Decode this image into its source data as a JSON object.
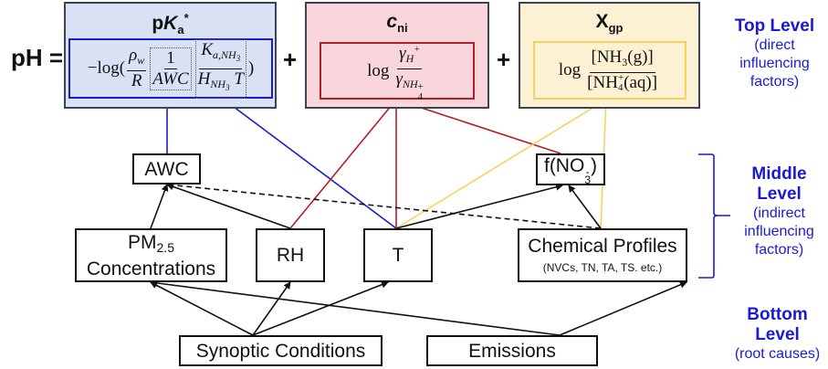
{
  "equation": {
    "lhs": "pH =",
    "plus_1": "+",
    "plus_2": "+"
  },
  "top_terms": [
    {
      "id": "pka",
      "title_prefix": "p",
      "title_italic": "K",
      "title_sub": "a",
      "title_sup": "*",
      "formula": {
        "prefix": "−log(",
        "frac1_num": "ρ",
        "frac1_num_sub": "w",
        "frac1_den": "R",
        "frac2_num": "1",
        "frac2_den": "AWC",
        "frac3_num": "K",
        "frac3_num_sub": "a,NH",
        "frac3_num_subsub": "3",
        "frac3_den": "H",
        "frac3_den_sub": "NH",
        "frac3_den_subsub": "3",
        "frac3_den_tail": " T",
        "suffix": ")"
      },
      "color": "#1b1ec8",
      "fill": "#d9e2f5"
    },
    {
      "id": "cni",
      "title_italic": "c",
      "title_sub": "ni",
      "formula": {
        "prefix": "log",
        "num": "γ",
        "num_sub": "H",
        "num_sup": "+",
        "den": "γ",
        "den_sub": "NH",
        "den_sub_sup": "+",
        "den_sub_sub": "4"
      },
      "color": "#b81c25",
      "fill": "#f9d5dc"
    },
    {
      "id": "xgp",
      "title": "X",
      "title_sub": "gp",
      "formula": {
        "prefix": "log",
        "num": "[NH",
        "num_sub": "3",
        "num_tail": "(g)]",
        "den": "[NH",
        "den_sup": "+",
        "den_sub": "4",
        "den_tail": "(aq)]"
      },
      "color": "#f8d25f",
      "fill": "#fdf1d4"
    }
  ],
  "nodes": {
    "awc": {
      "label": "AWC"
    },
    "fno3": {
      "label": "f(NO",
      "sub": "3",
      "sup": "-",
      "tail": ")"
    },
    "pm25": {
      "label": "PM",
      "sub": "2.5",
      "line2": "Concentrations"
    },
    "rh": {
      "label": "RH"
    },
    "t": {
      "label": "T"
    },
    "chem": {
      "label": "Chemical Profiles",
      "note": "(NVCs, TN, TA, TS. etc.)"
    },
    "synoptic": {
      "label": "Synoptic Conditions"
    },
    "emissions": {
      "label": "Emissions"
    }
  },
  "levels": [
    {
      "title": "Top Level",
      "desc": [
        "(direct",
        "influencing",
        "factors)"
      ]
    },
    {
      "title_lines": [
        "Middle",
        "Level"
      ],
      "desc": [
        "(indirect",
        "influencing",
        "factors)"
      ]
    },
    {
      "title_lines": [
        "Bottom",
        "Level"
      ],
      "desc": [
        "(root causes)"
      ]
    }
  ],
  "edges": [
    {
      "from": "awc",
      "to": "pka",
      "color": "#1b1ec8",
      "style": "solid"
    },
    {
      "from": "t",
      "to": "pka",
      "color": "#1b1ec8",
      "style": "solid"
    },
    {
      "from": "rh",
      "to": "cni",
      "color": "#b81c25",
      "style": "solid"
    },
    {
      "from": "t",
      "to": "cni",
      "color": "#b81c25",
      "style": "solid"
    },
    {
      "from": "fno3",
      "to": "cni",
      "color": "#b81c25",
      "style": "solid"
    },
    {
      "from": "t",
      "to": "xgp",
      "color": "#f8d25f",
      "style": "solid"
    },
    {
      "from": "chem",
      "to": "xgp",
      "color": "#f8d25f",
      "style": "solid"
    },
    {
      "from": "pm25",
      "to": "awc",
      "color": "#111111",
      "style": "solid"
    },
    {
      "from": "rh",
      "to": "awc",
      "color": "#111111",
      "style": "solid"
    },
    {
      "from": "chem",
      "to": "awc",
      "color": "#111111",
      "style": "dashed"
    },
    {
      "from": "t",
      "to": "fno3",
      "color": "#111111",
      "style": "solid"
    },
    {
      "from": "chem",
      "to": "fno3",
      "color": "#111111",
      "style": "solid"
    },
    {
      "from": "synoptic",
      "to": "pm25",
      "color": "#111111",
      "style": "solid"
    },
    {
      "from": "synoptic",
      "to": "rh",
      "color": "#111111",
      "style": "solid"
    },
    {
      "from": "synoptic",
      "to": "t",
      "color": "#111111",
      "style": "solid"
    },
    {
      "from": "emissions",
      "to": "pm25",
      "color": "#111111",
      "style": "solid"
    },
    {
      "from": "emissions",
      "to": "chem",
      "color": "#111111",
      "style": "solid"
    }
  ]
}
